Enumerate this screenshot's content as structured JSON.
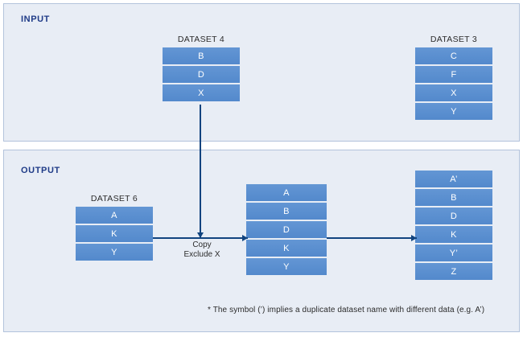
{
  "panels": {
    "input": {
      "title": "INPUT"
    },
    "output": {
      "title": "OUTPUT"
    }
  },
  "colors": {
    "panel_background": "#e8edf5",
    "panel_border": "#b3c3dc",
    "panel_title": "#1f3b87",
    "cell_fill": "#5b8fd0",
    "cell_text": "#ffffff",
    "connector": "#12447f",
    "label_text": "#2b2b2b"
  },
  "stacks": {
    "dataset4": {
      "label": "DATASET 4",
      "cells": [
        "B",
        "D",
        "X"
      ]
    },
    "dataset3": {
      "label": "DATASET 3",
      "cells": [
        "C",
        "F",
        "X",
        "Y"
      ]
    },
    "dataset6": {
      "label": "DATASET 6",
      "cells": [
        "A",
        "K",
        "Y"
      ]
    },
    "merged": {
      "label": "",
      "cells": [
        "A",
        "B",
        "D",
        "K",
        "Y"
      ]
    },
    "result": {
      "label": "",
      "cells": [
        "A’",
        "B",
        "D",
        "K",
        "Y’",
        "Z"
      ]
    }
  },
  "connectors": {
    "copy_label_line1": "Copy",
    "copy_label_line2": "Exclude X"
  },
  "footnote": "* The symbol (’) implies a duplicate dataset name with different data (e.g. A’)"
}
